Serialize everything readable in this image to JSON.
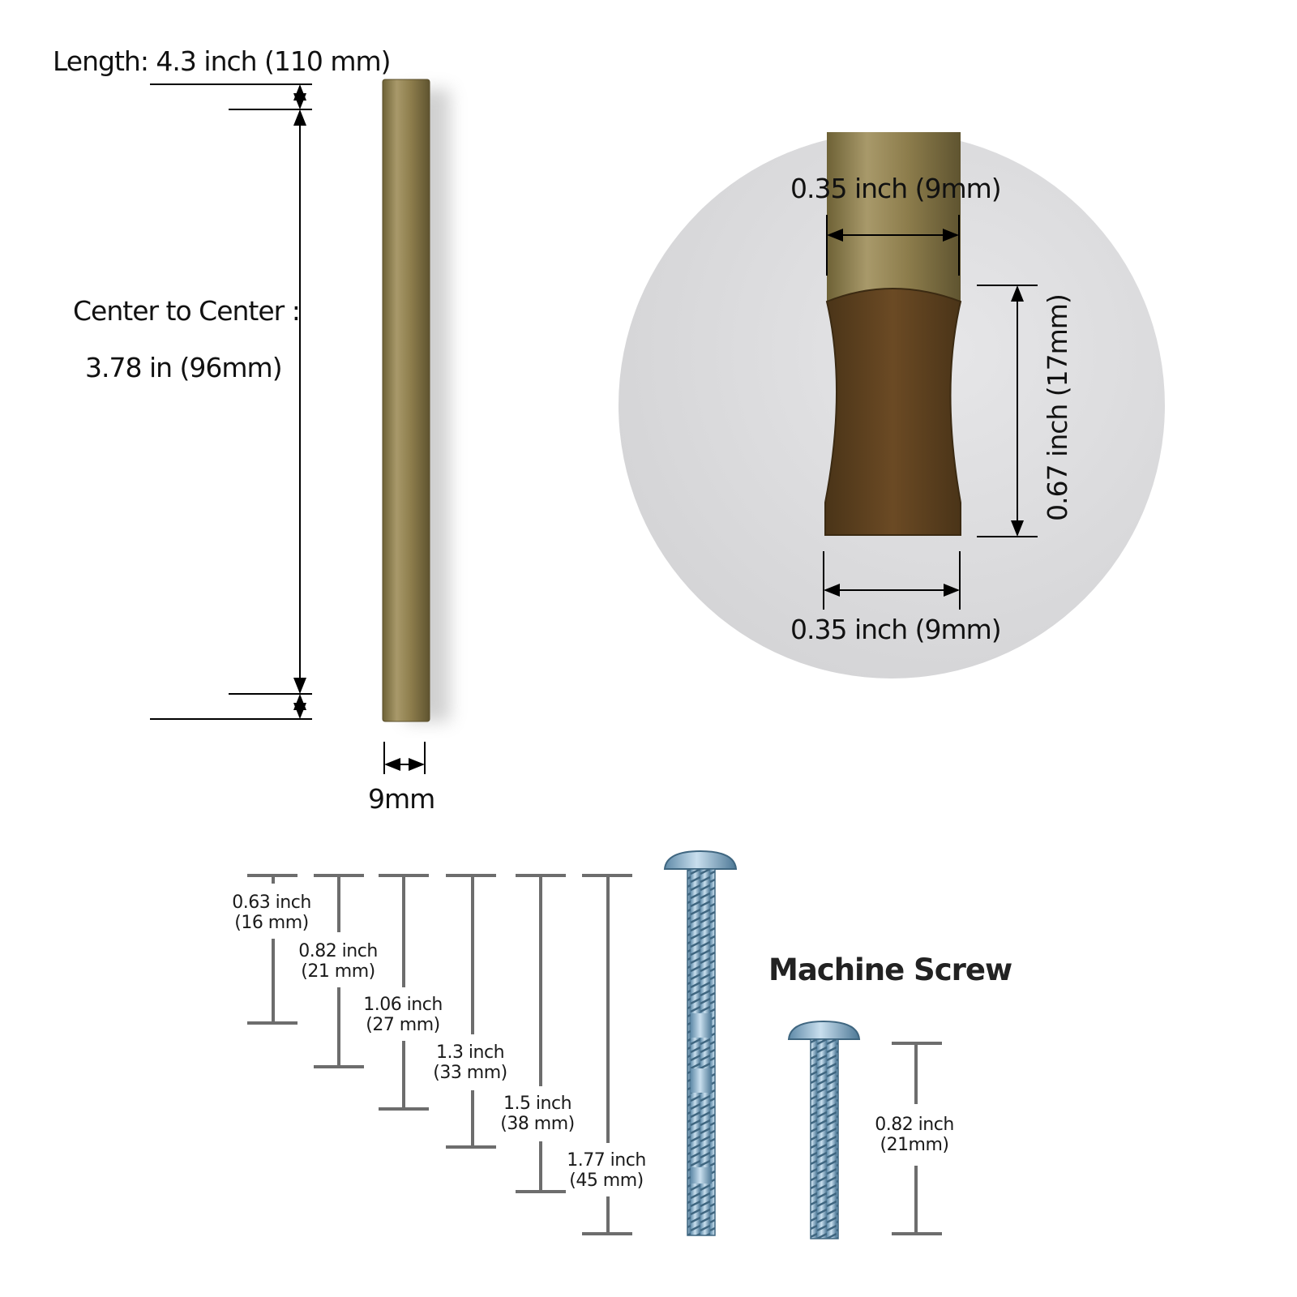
{
  "handle": {
    "length_label": "Length: 4.3 inch (110 mm)",
    "center_label_1": "Center to Center :",
    "center_label_2": "3.78 in (96mm)",
    "width_label": "9mm"
  },
  "end_view": {
    "top_width_label": "0.35 inch (9mm)",
    "bottom_width_label": "0.35 inch (9mm)",
    "height_label": "0.67 inch (17mm)"
  },
  "screws": {
    "title": "Machine Screw",
    "lengths": [
      {
        "inch": "0.63 inch",
        "mm": "(16 mm)"
      },
      {
        "inch": "0.82 inch",
        "mm": "(21 mm)"
      },
      {
        "inch": "1.06 inch",
        "mm": "(27 mm)"
      },
      {
        "inch": "1.3 inch",
        "mm": "(33 mm)"
      },
      {
        "inch": "1.5 inch",
        "mm": "(38 mm)"
      },
      {
        "inch": "1.77 inch",
        "mm": "(45 mm)"
      }
    ],
    "included": {
      "inch": "0.82 inch",
      "mm": "(21mm)"
    }
  },
  "colors": {
    "brass": "#8a7a4a",
    "end_face": "#5a3d1c",
    "screw": "#8fb3cc"
  }
}
